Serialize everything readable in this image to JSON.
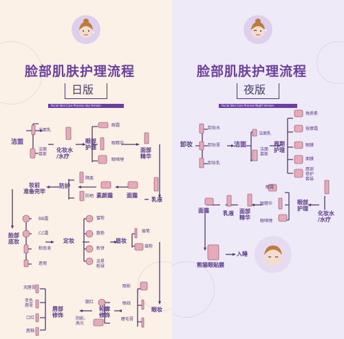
{
  "left": {
    "title": "脸部肌肤护理流程",
    "subtitle": "日版",
    "band": "Facial Skin Care Process day Version",
    "nodes": {
      "clean": "洁面",
      "cleanser_milk": "洁面乳",
      "cleanser_mousse": "洁面\n慕斯",
      "toner": "化妆水\n/水疗",
      "eye_care": "眼部\n护理",
      "eye_cream": "眼霜",
      "eye_essence": "眼精华",
      "eye_gel": "眼啫喱",
      "face_essence": "面部\n精华",
      "lotion": "乳液",
      "face_cream": "面霜",
      "plain_cream": "素颜霜",
      "protect": "防护",
      "isolation": "隔离",
      "sunscreen": "防晒",
      "pre_makeup": "妆前\n准备完毕",
      "base": "脸部\n底妆",
      "bb": "BB霜",
      "cc": "CC霜",
      "liquid_foundation": "粉底液",
      "concealer": "遮瑕",
      "set": "定妆",
      "loose_powder_block": "蜜粉",
      "loose_powder": "散粉",
      "powder_cake": "粉饼",
      "flow_powder": "流星\n粉球",
      "brow": "眉妆",
      "brow_pencil": "眉笔",
      "brow_powder": "眉粉",
      "eye_makeup": "眼妆",
      "eyeshadow": "眼影",
      "eyeliner": "眼线",
      "mascara": "睫毛膏",
      "contour": "轮廓\n修饰",
      "blush": "腮红",
      "shadow_highlight": "阴影、\n高光",
      "lip": "唇部\n修饰",
      "lip_balm": "润唇膏",
      "tinted_lip": "变色\n唇膏",
      "lipstick": "口红",
      "lip_gloss": "唇釉"
    }
  },
  "right": {
    "title": "脸部肌肤护理流程",
    "subtitle": "夜版",
    "band": "Facial Skin Care Process Night Version",
    "nodes": {
      "remove": "卸妆",
      "remover_water": "卸妆水",
      "remover_cream": "卸妆膏",
      "remover_milk": "卸妆乳",
      "clean": "洁面",
      "cleanser_milk": "洁面乳",
      "cleanser_mousse": "洁面\n慕斯",
      "weekly": "周期\n护理",
      "exfoliant": "角质素",
      "massage_cream": "按摩霜",
      "eye_mask": "眼膜",
      "mask": "面膜",
      "lip_care_set": "唇部\n修护\n套装",
      "eye_care": "眼部\n护理",
      "eye_cream": "眼霜",
      "eye_essence": "眼精华",
      "eye_gel": "眼啫喱",
      "toner": "化妆水\n/水疗",
      "face_essence": "面部\n精华",
      "lotion": "乳液",
      "face_cream": "面霜",
      "panda_patch": "熊猫眼贴膜",
      "sleep": "入睡"
    }
  },
  "colors": {
    "accent": "#6b3fa0",
    "text": "#5a3a8c",
    "arrow": "#4a3a6c",
    "product": "#e8a9b8",
    "left_bg": "#fbf1e7",
    "right_bg": "#efeaf7"
  },
  "icons": [
    "girl-avatar-icon",
    "product-icon",
    "flow-arrow-icon",
    "sleeping-girl-icon"
  ]
}
